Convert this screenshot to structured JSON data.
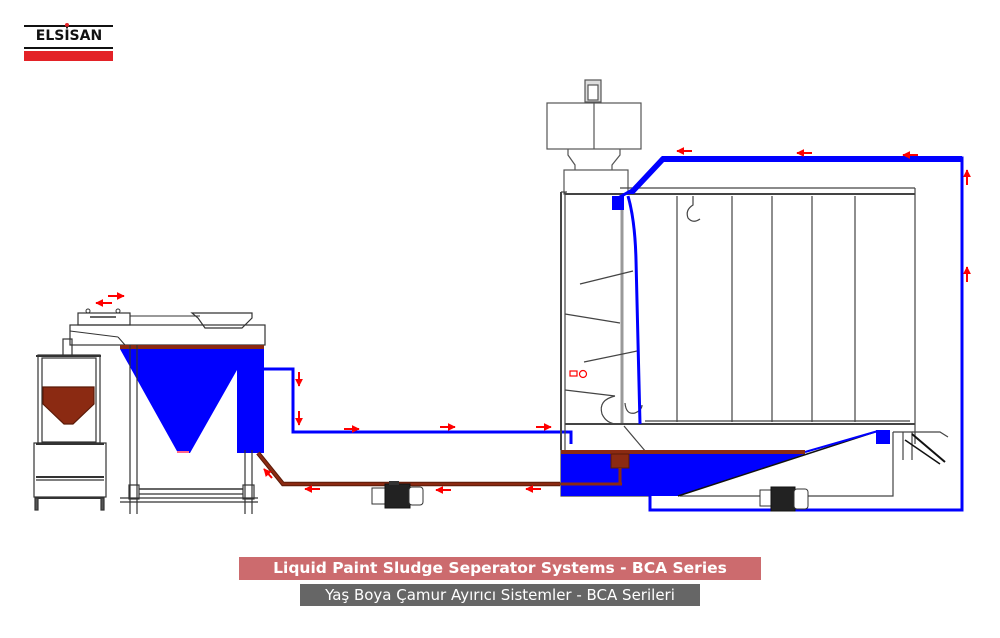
{
  "brand": {
    "logo_text": "ELSİSAN",
    "colors": {
      "red": "#e32227",
      "dark": "#111111"
    }
  },
  "diagram": {
    "title": "Liquid Paint Sludge Separator System schematic",
    "colors": {
      "water": "#0000ff",
      "sludge": "#8b2a12",
      "arrow": "#ff0000",
      "structure": "#333333"
    },
    "components": [
      {
        "id": "sludge-collector",
        "label": "Sludge collection bin"
      },
      {
        "id": "separator-tank",
        "label": "Conical separator tank"
      },
      {
        "id": "transfer-pump",
        "label": "Transfer pump motor"
      },
      {
        "id": "paint-booth",
        "label": "Wet paint booth"
      },
      {
        "id": "exhaust-fan",
        "label": "Exhaust fan"
      },
      {
        "id": "booth-basin",
        "label": "Booth water basin"
      },
      {
        "id": "circulation-pump",
        "label": "Circulation pump motor"
      }
    ],
    "flow_arrows": {
      "separator_top": [
        "left",
        "right"
      ],
      "clean_water_line": [
        "down",
        "down",
        "right",
        "right",
        "right"
      ],
      "sludge_return_line": [
        "left",
        "left",
        "left",
        "up-left"
      ],
      "booth_return_line": [
        "up",
        "up",
        "left",
        "left",
        "left"
      ]
    }
  },
  "captions": {
    "english": "Liquid Paint Sludge Seperator Systems - BCA Series",
    "turkish": "Yaş Boya Çamur Ayırıcı Sistemler - BCA Serileri"
  }
}
